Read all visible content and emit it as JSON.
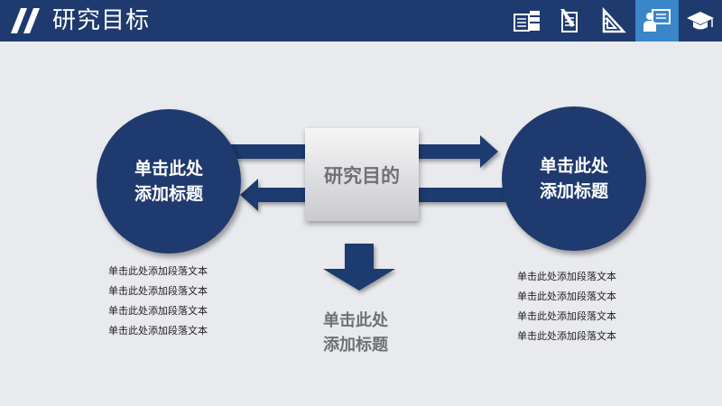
{
  "header": {
    "title": "研究目标",
    "nav": [
      {
        "icon": "books-icon"
      },
      {
        "icon": "notebook-pen-icon"
      },
      {
        "icon": "ruler-triangle-icon"
      },
      {
        "icon": "teacher-board-icon",
        "active": true
      },
      {
        "icon": "graduation-cap-icon"
      }
    ]
  },
  "diagram": {
    "left_circle": "单击此处\n添加标题",
    "right_circle": "单击此处\n添加标题",
    "center_label": "研究目的",
    "bottom_title": "单击此处\n添加标题",
    "left_paragraph": "单击此处添加段落文本单击此处添加段落文本单击此处添加段落文本单击此处添加段落文本",
    "right_paragraph": "单击此处添加段落文本单击此处添加段落文本单击此处添加段落文本单击此处添加段落文本"
  },
  "colors": {
    "header_bg": "#1f3a6e",
    "accent": "#1f3a6e",
    "active_tab": "#3a86c8",
    "background": "#e9eaee"
  }
}
